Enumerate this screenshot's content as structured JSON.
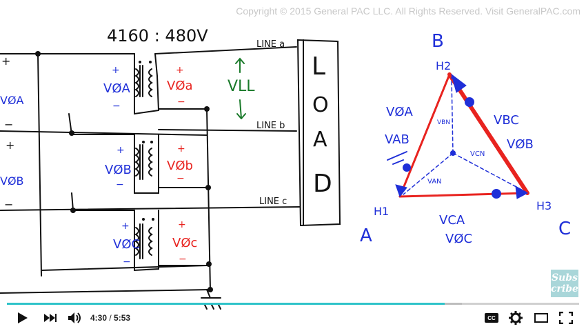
{
  "copyright": "Copyright © 2015 General PAC LLC. All Rights Reserved. Visit GeneralPAC.com",
  "colors": {
    "blue": "#1f2fd8",
    "red": "#e8231f",
    "green": "#1a7a2a",
    "ink": "#111111",
    "accent": "#2ec3c9"
  },
  "transformer": {
    "rating": "4160 : 480V",
    "line_labels": [
      "LINE a",
      "LINE b",
      "LINE c"
    ],
    "load_letters": [
      "L",
      "O",
      "A",
      "D"
    ],
    "vll_label": "VLL",
    "primary_labels": [
      "VØA",
      "VØB",
      "VØC"
    ],
    "secondary_labels": [
      "VØa",
      "VØb",
      "VØc"
    ],
    "left_edge_labels": [
      "VØA",
      "VØB"
    ],
    "plus": "+",
    "minus": "−"
  },
  "delta": {
    "corner_letters": [
      "B",
      "A",
      "C"
    ],
    "terminal_labels": [
      "H2",
      "H1",
      "H3"
    ],
    "side_labels": [
      "VØA",
      "VAB",
      "VBC",
      "VØB",
      "VCA",
      "VØC"
    ],
    "inner_labels": [
      "VBN",
      "VCN",
      "VAN"
    ]
  },
  "subscribe": {
    "line1": "Subs",
    "line2": "cribe"
  },
  "player": {
    "current_time": "4:30",
    "separator": " / ",
    "duration": "5:53",
    "progress": 0.765,
    "buffered": 0.03,
    "icons": [
      "play-icon",
      "next-icon",
      "volume-icon",
      "captions-icon",
      "settings-icon",
      "theater-icon",
      "fullscreen-icon"
    ],
    "cc_label": "CC"
  }
}
